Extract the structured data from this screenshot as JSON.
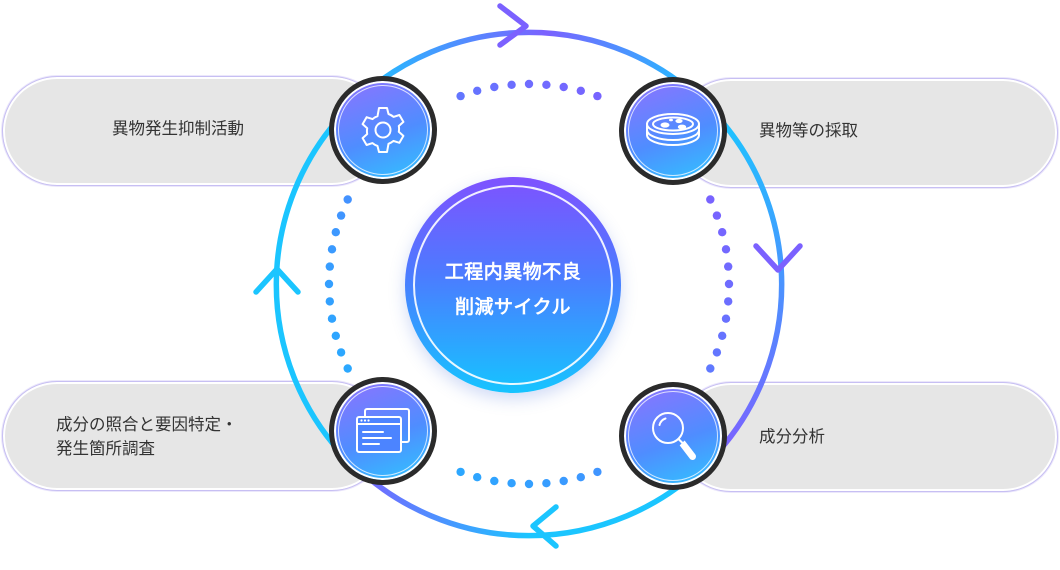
{
  "center": {
    "title_line_1": "工程内異物不良",
    "title_line_2": "削減サイクル"
  },
  "steps": [
    {
      "label_lines": [
        "異物発生抑制活動"
      ],
      "icon": "gear-icon"
    },
    {
      "label_lines": [
        "異物等の採取"
      ],
      "icon": "petri-dish-icon"
    },
    {
      "label_lines": [
        "成分分析"
      ],
      "icon": "magnifier-icon"
    },
    {
      "label_lines": [
        "成分の照合と要因特定・",
        "発生箇所調査"
      ],
      "icon": "windows-icon"
    }
  ],
  "colors": {
    "purple": "#7b61ff",
    "blue": "#4f8dff",
    "cyan": "#1bc5ff",
    "node_border": "#2b2b2b",
    "pill_fill": "#e6e6e6",
    "pill_border": "#c7bff3"
  }
}
